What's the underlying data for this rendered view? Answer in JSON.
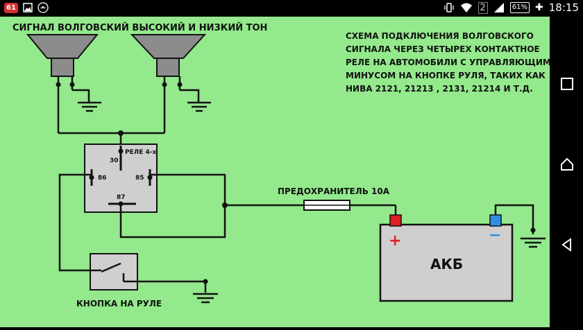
{
  "status_bar": {
    "notification_count": "61",
    "sim_slot": "2",
    "battery_percent": "61%",
    "time": "18:15"
  },
  "diagram": {
    "title_horns": "СИГНАЛ ВОЛГОВСКИЙ ВЫСОКИЙ И НИЗКИЙ ТОН",
    "description_lines": [
      "СХЕМА ПОДКЛЮЧЕНИЯ ВОЛГОВСКОГО",
      "СИГНАЛА ЧЕРЕЗ ЧЕТЫРЕХ КОНТАКТНОЕ",
      "РЕЛЕ НА АВТОМОБИЛИ С УПРАВЛЯЮЩИМ",
      "МИНУСОМ НА КНОПКЕ РУЛЯ, ТАКИХ КАК",
      "НИВА 2121, 21213 , 2131, 21214 И Т.Д."
    ],
    "relay_label": "РЕЛЕ 4-х",
    "pin_30": "30",
    "pin_86": "86",
    "pin_85": "85",
    "pin_87": "87",
    "fuse_label": "ПРЕДОХРАНИТЕЛЬ 10А",
    "battery_label": "АКБ",
    "plus_sign": "+",
    "minus_sign": "−",
    "button_label": "КНОПКА НА РУЛЕ"
  },
  "colors": {
    "background": "#93e98c",
    "wire": "#111111",
    "horn_body": "#8c8c8c",
    "relay_body": "#cfcfcf",
    "battery_body": "#cfcfcf",
    "positive_terminal": "#e02020",
    "negative_terminal": "#2f8fe0"
  }
}
